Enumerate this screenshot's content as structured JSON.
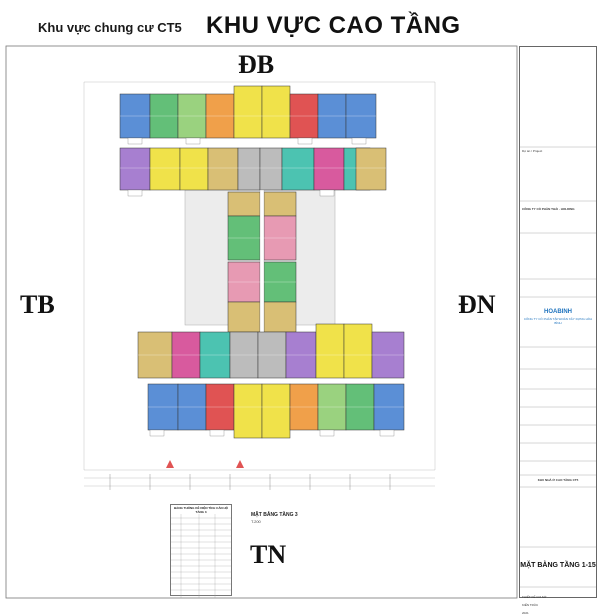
{
  "header": {
    "subtitle": "Khu vực chung cư CT5",
    "title": "KHU VỰC CAO TẦNG"
  },
  "directions": {
    "north_east": "ĐB",
    "north_west": "TB",
    "south_east": "ĐN",
    "south_west": "TN"
  },
  "drawing": {
    "caption": "MẶT BẰNG TẦNG 3",
    "scale": "T.200"
  },
  "title_block": {
    "project_label": "Dự án / Project",
    "client": "CÔNG TY CỔ PHẦN THÁI - HOLDING",
    "consultant_logo": "HOABINH",
    "consultant_name": "CÔNG TY CỔ PHẦN TẬP ĐOÀN XÂY DỰNG HÒA BÌNH",
    "building_label": "KHU NHÀ Ở CAO TẦNG CT5",
    "sheet_title": "MẶT BẰNG TẦNG 1-15",
    "phase": "THIẾT KẾ CƠ SỞ",
    "discipline": "KIẾN TRÚC",
    "year": "2021"
  },
  "legend_table": {
    "title": "BẢNG THỐNG KÊ DIỆN TÍCH CĂN HỘ TẦNG 3"
  },
  "colors": {
    "blue": "#5b8fd6",
    "purple": "#a77fd0",
    "magenta": "#d85a9e",
    "pink": "#e79ab3",
    "green": "#63bf78",
    "light_green": "#9ad27f",
    "yellow": "#f0e24a",
    "orange": "#f0a04a",
    "tan": "#d9bf75",
    "teal": "#4cc3b1",
    "red": "#e05353",
    "core_grey": "#bcbcbc",
    "line": "#555555"
  }
}
